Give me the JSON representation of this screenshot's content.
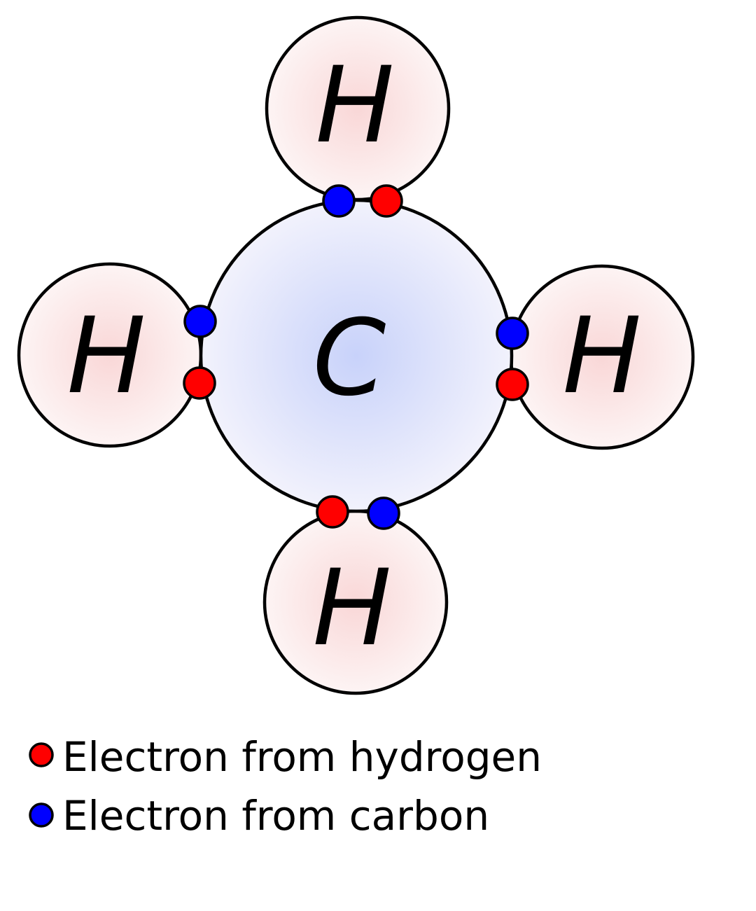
{
  "atoms": {
    "center": {
      "label": "C"
    },
    "hydrogens": [
      {
        "id": "top",
        "label": "H"
      },
      {
        "id": "left",
        "label": "H"
      },
      {
        "id": "right",
        "label": "H"
      },
      {
        "id": "bottom",
        "label": "H"
      }
    ]
  },
  "legend": {
    "hydrogen_electron_label": "Electron from hydrogen",
    "carbon_electron_label": "Electron from carbon"
  },
  "colors": {
    "hydrogen_electron": "#ff0000",
    "carbon_electron": "#0000ff",
    "carbon_fill_center": "#c8d2fa",
    "carbon_fill_edge": "#f2f2fc",
    "hydrogen_fill_center": "#f9d7d7",
    "hydrogen_fill_edge": "#fdf4f4",
    "outline": "#000000"
  }
}
